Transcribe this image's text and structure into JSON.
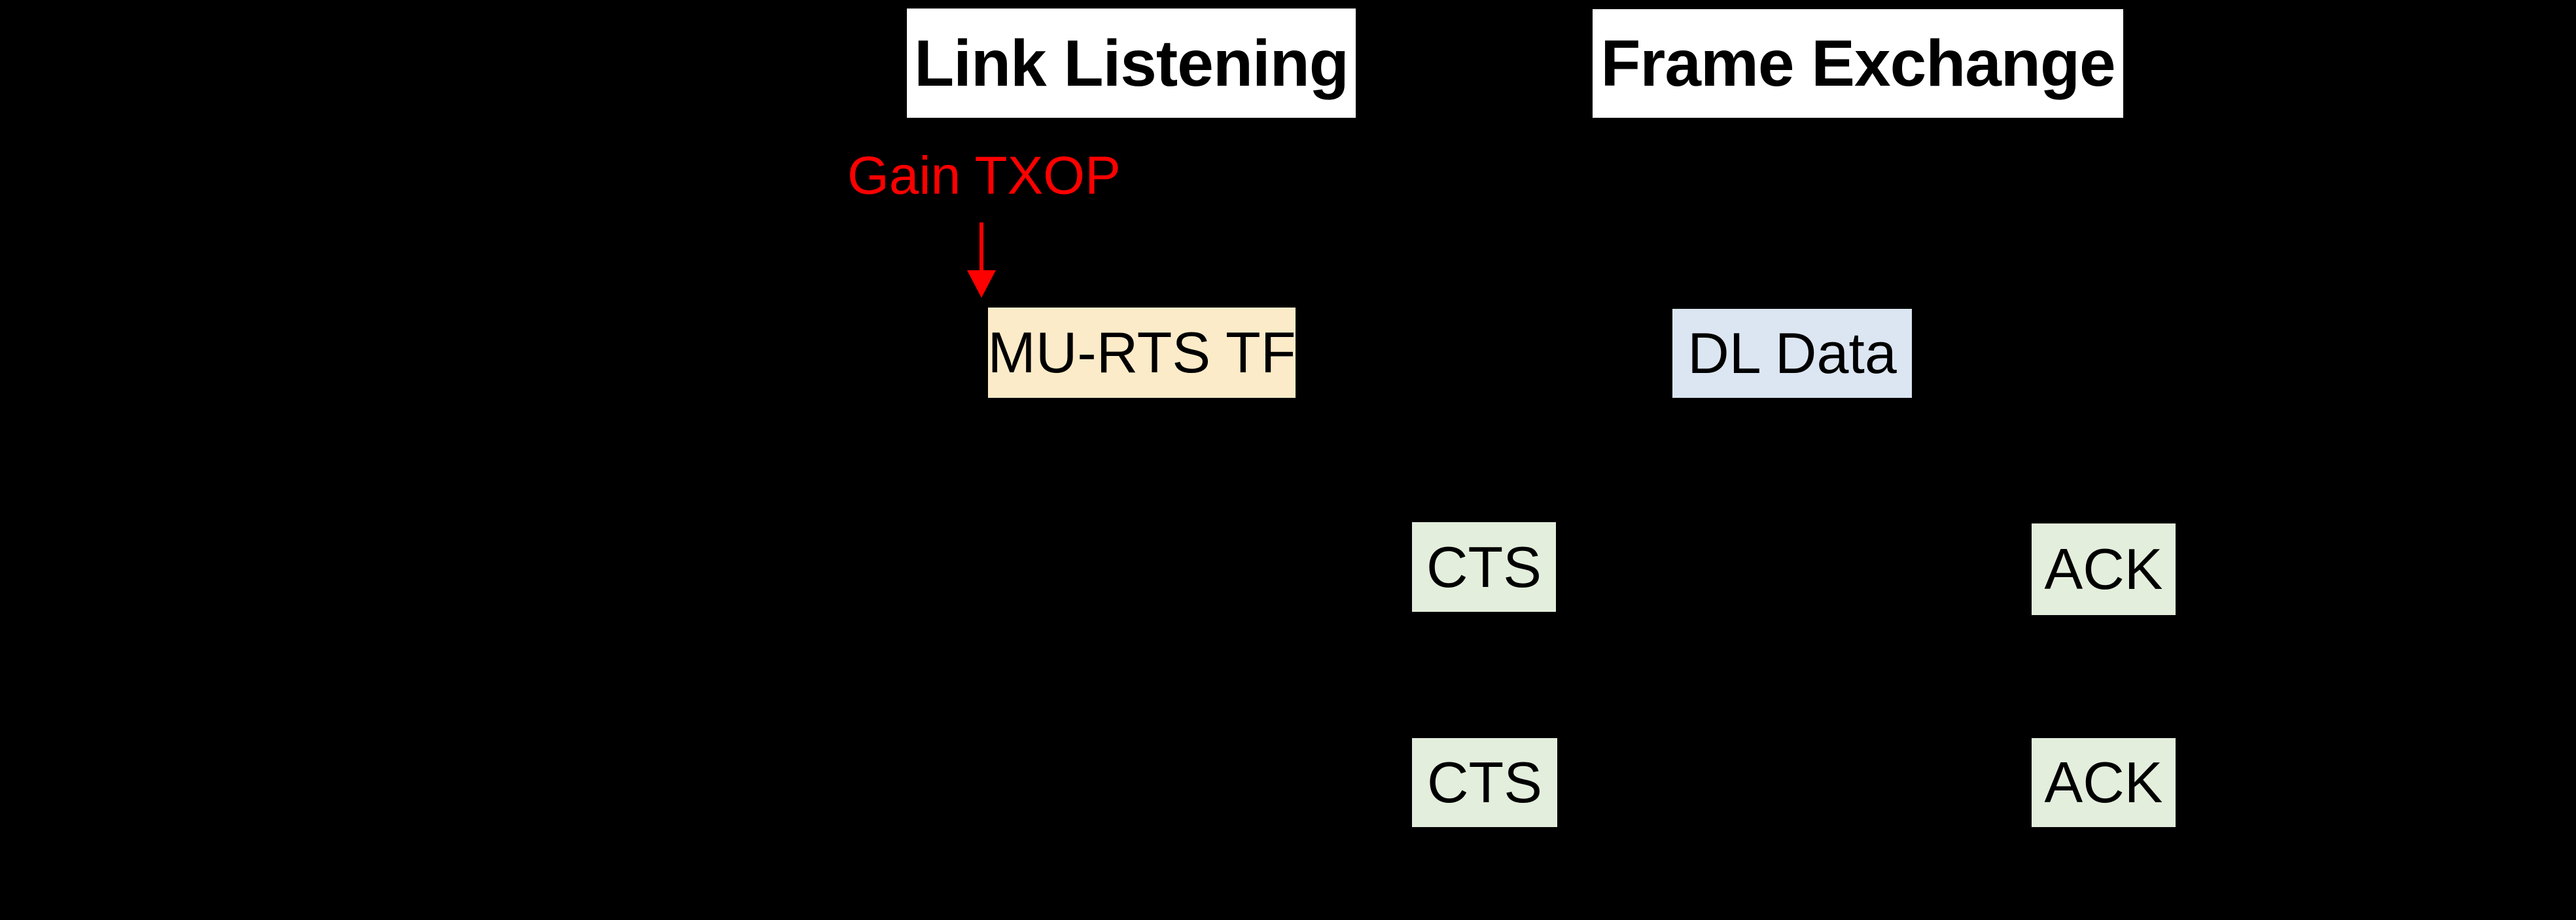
{
  "diagram": {
    "background_color": "#000000",
    "phases": [
      {
        "id": "link-listening",
        "label": "Link Listening",
        "box_color": "#FFFFFF",
        "text_color": "#000000"
      },
      {
        "id": "frame-exchange",
        "label": "Frame Exchange",
        "box_color": "#FFFFFF",
        "text_color": "#000000"
      }
    ],
    "annotations": [
      {
        "id": "gain-txop",
        "label": "Gain TXOP",
        "color": "#FF0000",
        "arrow": {
          "direction": "down",
          "color": "#FF0000"
        }
      }
    ],
    "frames": [
      {
        "id": "mu-rts-tf",
        "label": "MU-RTS TF",
        "fill": "#FCEBC8",
        "text_color": "#000000",
        "row": 1,
        "phase": "link-listening"
      },
      {
        "id": "dl-data",
        "label": "DL Data",
        "fill": "#DCE6F2",
        "text_color": "#000000",
        "row": 1,
        "phase": "frame-exchange"
      },
      {
        "id": "cts-1",
        "label": "CTS",
        "fill": "#E3EEDC",
        "text_color": "#000000",
        "row": 2,
        "phase": "frame-exchange"
      },
      {
        "id": "ack-1",
        "label": "ACK",
        "fill": "#E3EEDC",
        "text_color": "#000000",
        "row": 2,
        "phase": "frame-exchange"
      },
      {
        "id": "cts-2",
        "label": "CTS",
        "fill": "#E3EEDC",
        "text_color": "#000000",
        "row": 3,
        "phase": "frame-exchange"
      },
      {
        "id": "ack-2",
        "label": "ACK",
        "fill": "#E3EEDC",
        "text_color": "#000000",
        "row": 3,
        "phase": "frame-exchange"
      }
    ]
  }
}
